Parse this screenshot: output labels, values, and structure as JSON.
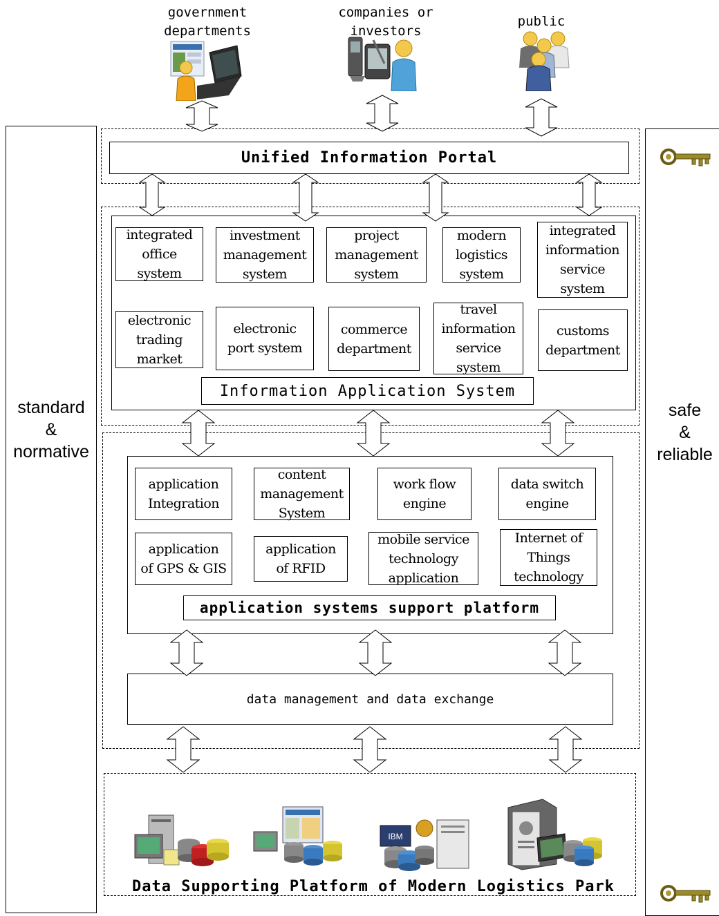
{
  "actors": [
    {
      "label": "government\ndepartments",
      "icon": "person-laptop-icon"
    },
    {
      "label": "companies or\ninvestors",
      "icon": "person-devices-icon"
    },
    {
      "label": "public",
      "icon": "people-group-icon"
    }
  ],
  "sides": {
    "left": "standard\n&\nnormative",
    "right": "safe\n&\nreliable",
    "key_icon": "key-icon"
  },
  "portal": {
    "title": "Unified Information Portal"
  },
  "applications": {
    "title": "Information Application System",
    "row1": [
      "integrated\noffice\nsystem",
      "investment\nmanagement\nsystem",
      "project\nmanagement\nsystem",
      "modern\nlogistics\nsystem",
      "integrated\ninformation\nservice\nsystem"
    ],
    "row2": [
      "electronic\ntrading\nmarket",
      "electronic\nport  system",
      "commerce\ndepartment",
      "travel\ninformation\nservice\nsystem",
      "customs\ndepartment"
    ]
  },
  "support": {
    "title": "application systems support platform",
    "row1": [
      "application\nIntegration",
      "content\nmanagement\nSystem",
      "work flow\nengine",
      "data switch\nengine"
    ],
    "row2": [
      "application\nof GPS & GIS",
      "application\nof RFID",
      "mobile service\ntechnology\napplication",
      "Internet of\nThings\ntechnology"
    ]
  },
  "data_layer": {
    "title": "data management and data exchange"
  },
  "platform": {
    "title": "Data Supporting Platform of Modern Logistics Park",
    "icons": [
      "server-database-icon",
      "workstation-database-icon",
      "ibm-server-database-icon",
      "mainframe-database-icon"
    ]
  }
}
